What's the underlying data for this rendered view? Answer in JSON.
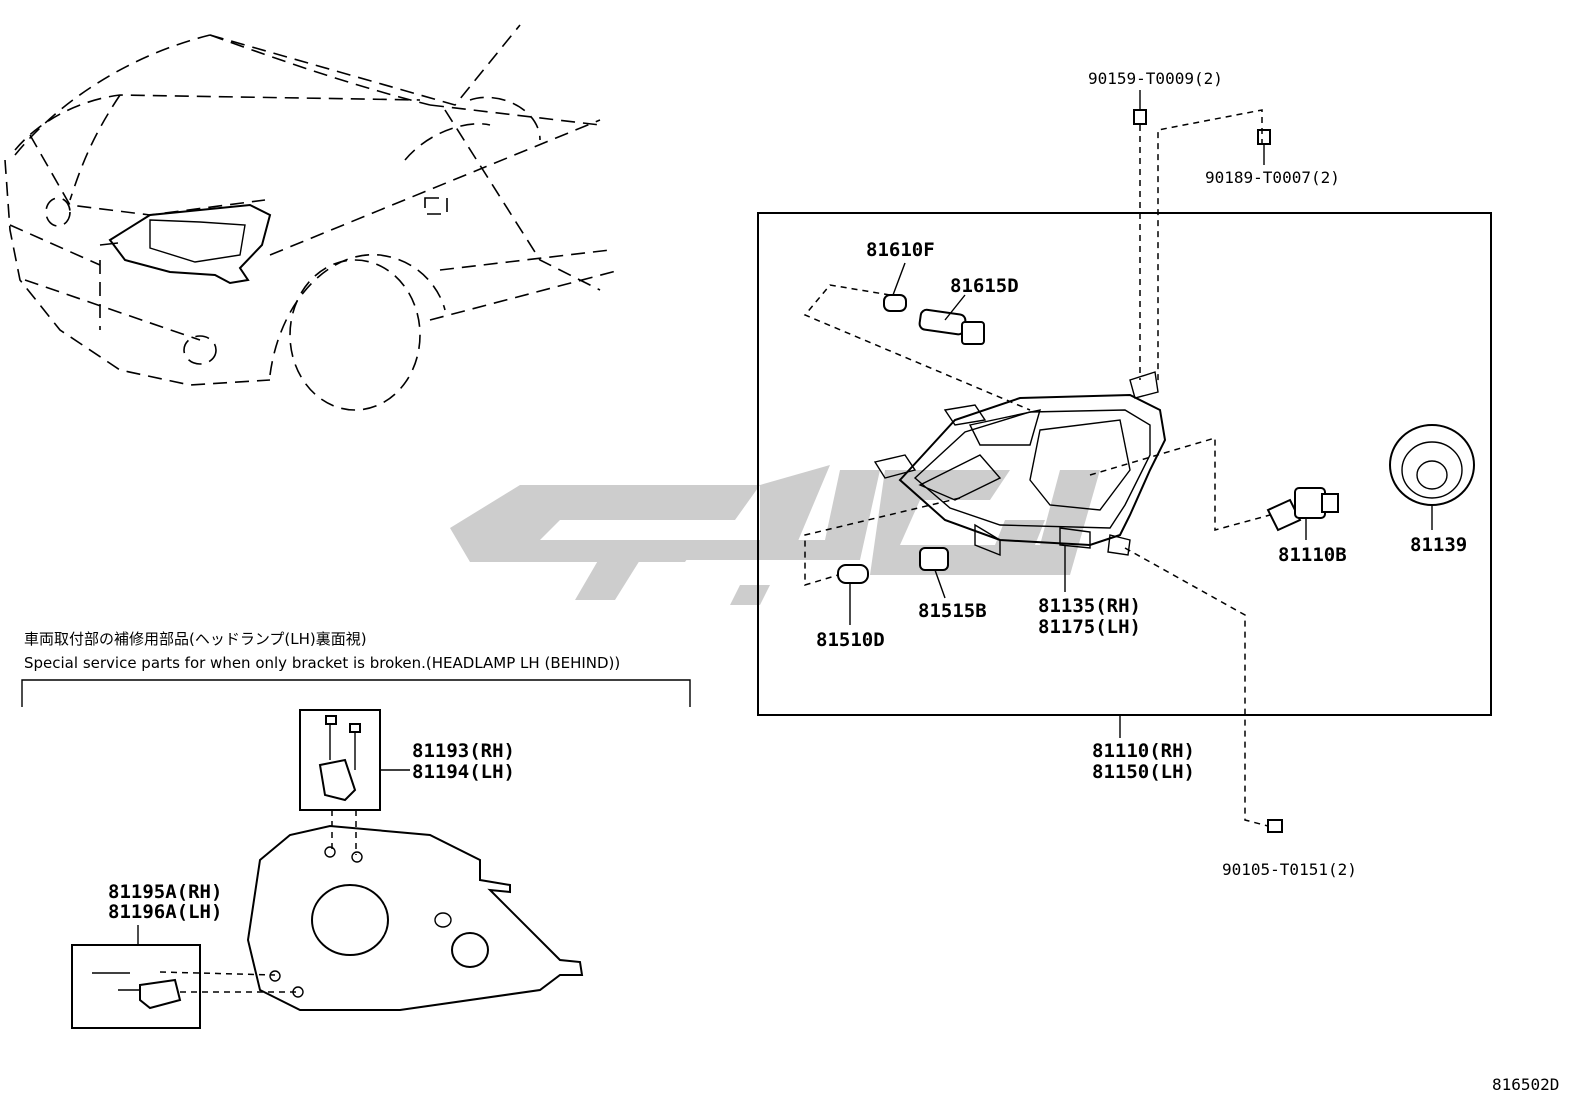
{
  "diagram_code": "816502D",
  "note": {
    "jp": "車両取付部の補修用部品(ヘッドランプ(LH)裏面視)",
    "en": "Special service parts for when only bracket is broken.(HEADLAMP LH (BEHIND))"
  },
  "parts": {
    "p90159": "90159-T0009(2)",
    "p90189": "90189-T0007(2)",
    "p81610F": "81610F",
    "p81615D": "81615D",
    "p81110B": "81110B",
    "p81139": "81139",
    "p81515B": "81515B",
    "p81510D": "81510D",
    "p81135_rh": "81135(RH)",
    "p81175_lh": "81175(LH)",
    "p81110_rh": "81110(RH)",
    "p81150_lh": "81150(LH)",
    "p90105": "90105-T0151(2)",
    "p81193_rh": "81193(RH)",
    "p81194_lh": "81194(LH)",
    "p81195A_rh": "81195A(RH)",
    "p81196A_lh": "81196A(LH)"
  }
}
